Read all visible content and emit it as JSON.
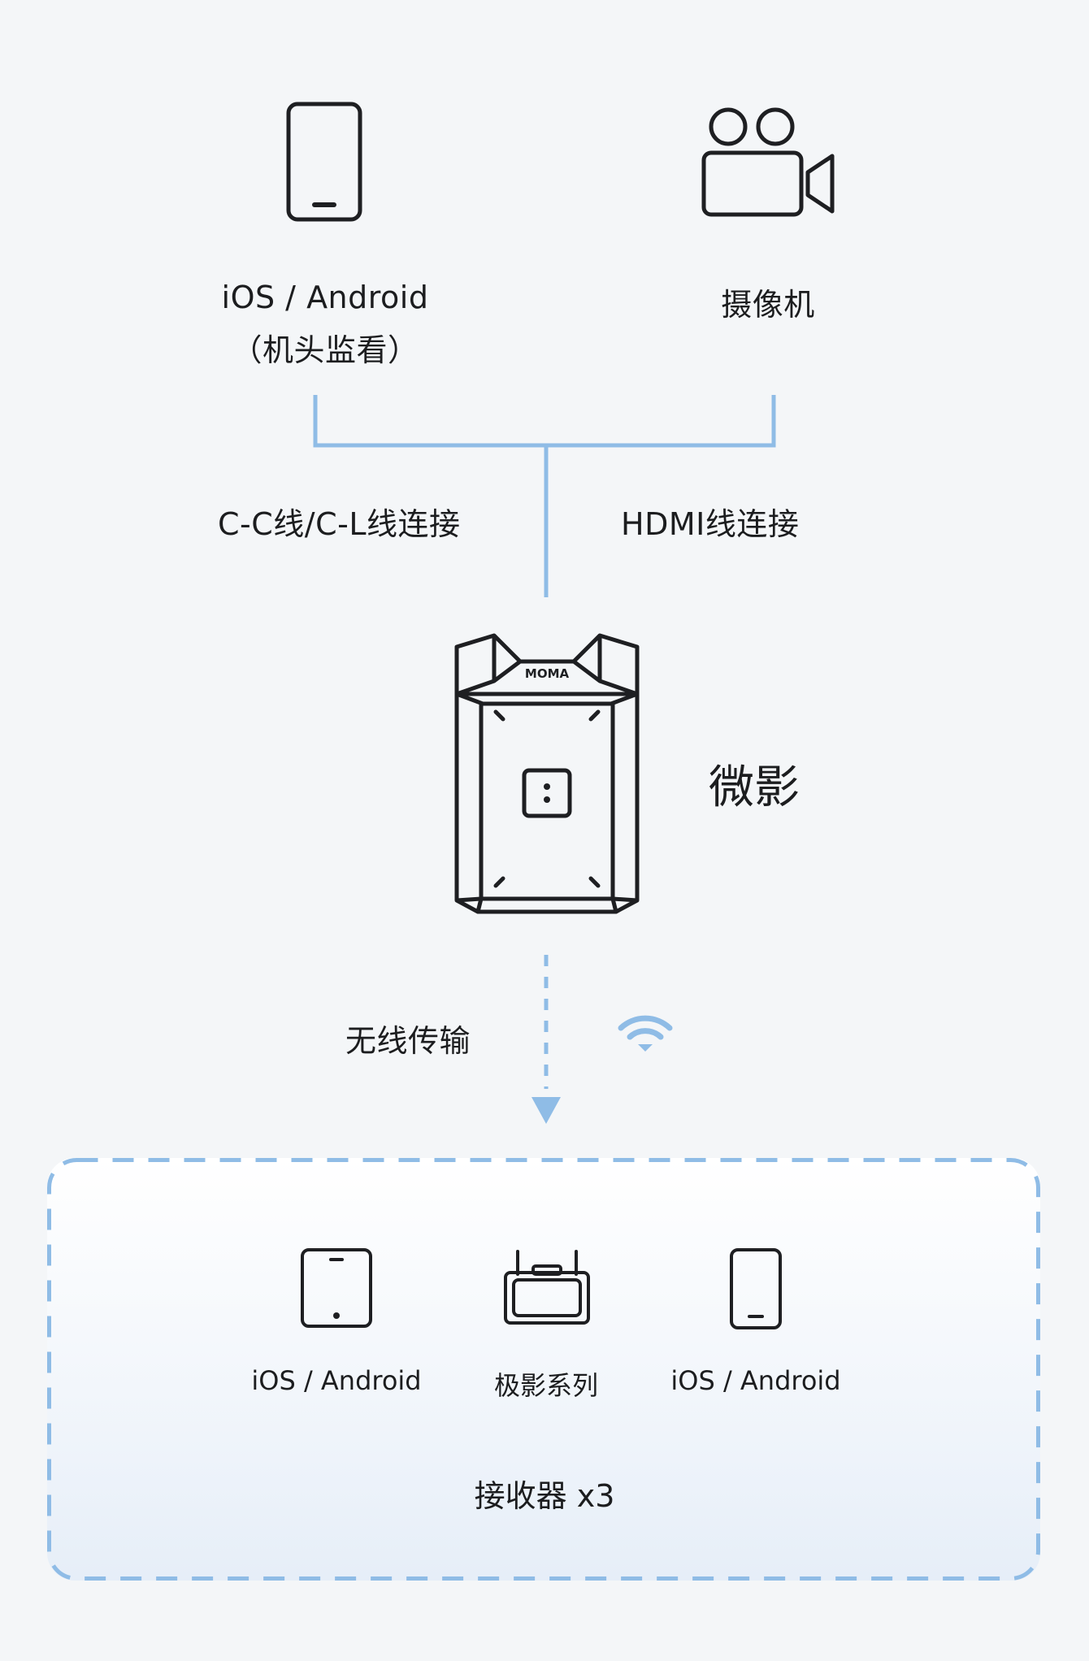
{
  "sources": {
    "phone": {
      "icon": "smartphone-icon",
      "line1": "iOS / Android",
      "line2": "（机头监看）"
    },
    "camera": {
      "icon": "video-camera-icon",
      "label": "摄像机"
    }
  },
  "connections": {
    "left_label": "C-C线/C-L线连接",
    "right_label": "HDMI线连接"
  },
  "device": {
    "icon": "moma-transmitter-icon",
    "brand": "MOMA",
    "label": "微影"
  },
  "wireless": {
    "label": "无线传输",
    "icon": "wifi-icon"
  },
  "receivers": {
    "title": "接收器 x3",
    "items": [
      {
        "icon": "tablet-icon",
        "label": "iOS / Android"
      },
      {
        "icon": "monitor-icon",
        "label": "极影系列"
      },
      {
        "icon": "smartphone-icon",
        "label": "iOS / Android"
      }
    ]
  },
  "colors": {
    "background": "#f4f6f8",
    "connector": "#8fbce6",
    "text": "#1c1d1f",
    "icon_stroke": "#1e1f22"
  }
}
